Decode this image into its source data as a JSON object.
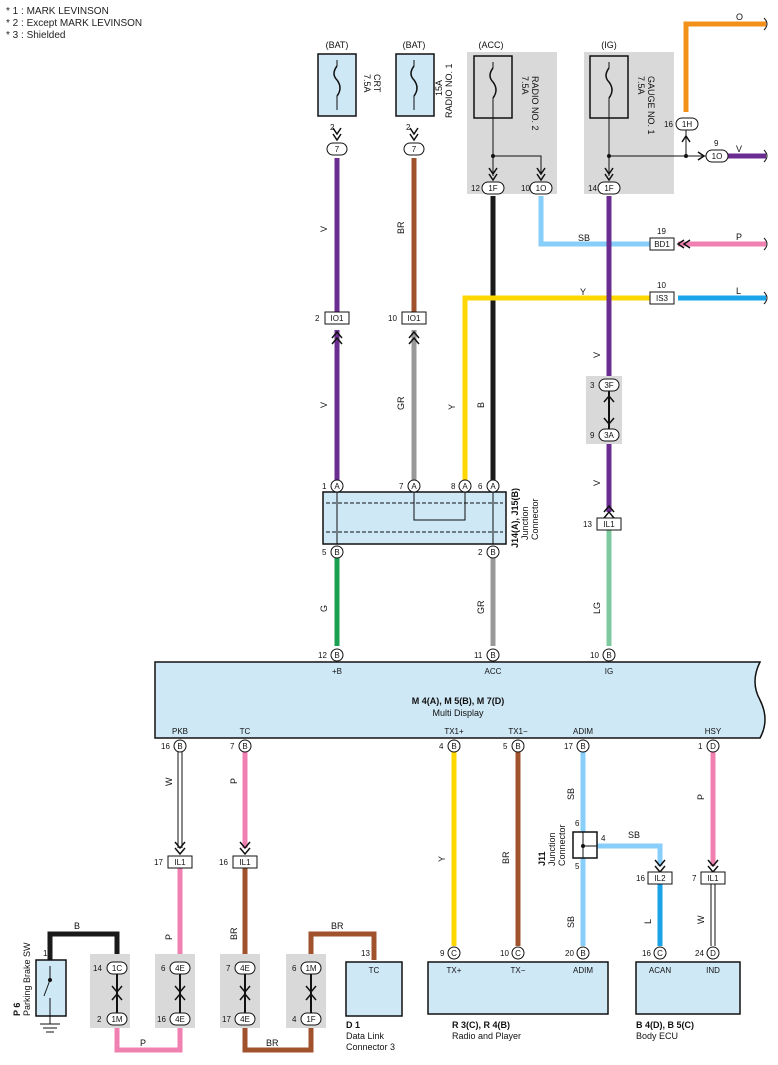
{
  "notes": [
    "* 1 : MARK LEVINSON",
    "* 2 : Except MARK LEVINSON",
    "* 3 : Shielded"
  ],
  "fuses": [
    {
      "id": "crt",
      "supply": "(BAT)",
      "rating": "7.5A",
      "name": "CRT",
      "pin": "2",
      "conn": "7"
    },
    {
      "id": "radio1",
      "supply": "(BAT)",
      "rating": "15A",
      "name": "RADIO NO. 1",
      "pin": "2",
      "conn": "7"
    },
    {
      "id": "radio2",
      "supply": "(ACC)",
      "rating": "7.5A",
      "name": "RADIO NO. 2",
      "pins": [
        "12",
        "10"
      ],
      "conns": [
        "1F",
        "1O"
      ]
    },
    {
      "id": "gauge1",
      "supply": "(IG)",
      "rating": "7.5A",
      "name": "GAUGE NO. 1",
      "pins": [
        "14"
      ],
      "conns": [
        "1F"
      ]
    }
  ],
  "wire_colors": {
    "V": "#6a2c91",
    "BR": "#a0522d",
    "B": "#1a1a1a",
    "Y": "#ffd700",
    "SB": "#87cefa",
    "P": "#f080b0",
    "L": "#1aa3e8",
    "O": "#f39019",
    "GR": "#999999",
    "G": "#1aa050",
    "LG": "#7ec8a0",
    "W": "#ffffff"
  },
  "connectors": {
    "gauge_right_top": {
      "pin": "16",
      "label": "1H"
    },
    "gauge_right": {
      "pin": "9",
      "label": "1O"
    },
    "bd1": {
      "pin": "19",
      "label": "BD1"
    },
    "is3": {
      "pin": "10",
      "label": "IS3"
    },
    "io1_a": {
      "pin": "2",
      "label": "IO1"
    },
    "io1_b": {
      "pin": "10",
      "label": "IO1"
    },
    "j3f": {
      "pin": "3",
      "label": "3F"
    },
    "j3a": {
      "pin": "9",
      "label": "3A"
    },
    "il1_ig": {
      "pin": "13",
      "label": "IL1"
    },
    "il1_pkb": {
      "pin": "17",
      "label": "IL1"
    },
    "il1_tc": {
      "pin": "16",
      "label": "IL1"
    },
    "il2": {
      "pin": "16",
      "label": "IL2"
    },
    "il1_hsy": {
      "pin": "7",
      "label": "IL1"
    },
    "p6_1c": {
      "pin": "14",
      "label": "1C"
    },
    "p6_1m": {
      "pin": "2",
      "label": "1M"
    },
    "p6_4e_top": {
      "pin": "6",
      "label": "4E"
    },
    "p6_4e_bot": {
      "pin": "16",
      "label": "4E"
    },
    "tc_4e_top": {
      "pin": "7",
      "label": "4E"
    },
    "tc_4e_bot": {
      "pin": "17",
      "label": "4E"
    },
    "tc_1m": {
      "pin": "6",
      "label": "1M"
    },
    "tc_1f": {
      "pin": "4",
      "label": "1F"
    }
  },
  "right_labels": {
    "o": "O",
    "v": "V",
    "p": "P",
    "l": "L",
    "sb": "SB",
    "y": "Y"
  },
  "junction": {
    "title": "J14(A), J15(B)",
    "sub1": "Junction",
    "sub2": "Connector",
    "top_pins": [
      {
        "pin": "1",
        "l": "A"
      },
      {
        "pin": "7",
        "l": "A"
      },
      {
        "pin": "8",
        "l": "A"
      },
      {
        "pin": "6",
        "l": "A"
      }
    ],
    "bot_pins": [
      {
        "pin": "5",
        "l": "B"
      },
      {
        "pin": "2",
        "l": "B"
      }
    ]
  },
  "multi_display": {
    "title": "M 4(A), M 5(B), M 7(D)",
    "subtitle": "Multi Display",
    "top_terms": [
      {
        "name": "+B",
        "pin": "12",
        "l": "B"
      },
      {
        "name": "ACC",
        "pin": "11",
        "l": "B"
      },
      {
        "name": "IG",
        "pin": "10",
        "l": "B"
      }
    ],
    "bottom_terms": [
      {
        "name": "PKB",
        "pin": "16",
        "l": "B"
      },
      {
        "name": "TC",
        "pin": "7",
        "l": "B"
      },
      {
        "name": "TX1+",
        "pin": "4",
        "l": "B"
      },
      {
        "name": "TX1−",
        "pin": "5",
        "l": "B"
      },
      {
        "name": "ADIM",
        "pin": "17",
        "l": "B"
      },
      {
        "name": "HSY",
        "pin": "1",
        "l": "D"
      }
    ]
  },
  "j11": {
    "title": "J11",
    "sub1": "Junction",
    "sub2": "Connector",
    "pins": [
      "6",
      "4",
      "5"
    ]
  },
  "parking": {
    "id": "P 6",
    "name": "Parking Brake SW",
    "pin": "1"
  },
  "dlc": {
    "id": "D 1",
    "name1": "Data Link",
    "name2": "Connector 3",
    "term": "TC",
    "pin": "13"
  },
  "radio": {
    "id": "R 3(C), R 4(B)",
    "name": "Radio and Player",
    "terms": [
      {
        "name": "TX+",
        "pin": "9",
        "l": "C"
      },
      {
        "name": "TX−",
        "pin": "10",
        "l": "C"
      },
      {
        "name": "ADIM",
        "pin": "20",
        "l": "B"
      }
    ]
  },
  "body_ecu": {
    "id": "B 4(D), B 5(C)",
    "name": "Body ECU",
    "terms": [
      {
        "name": "ACAN",
        "pin": "16",
        "l": "C"
      },
      {
        "name": "IND",
        "pin": "24",
        "l": "D"
      }
    ]
  }
}
